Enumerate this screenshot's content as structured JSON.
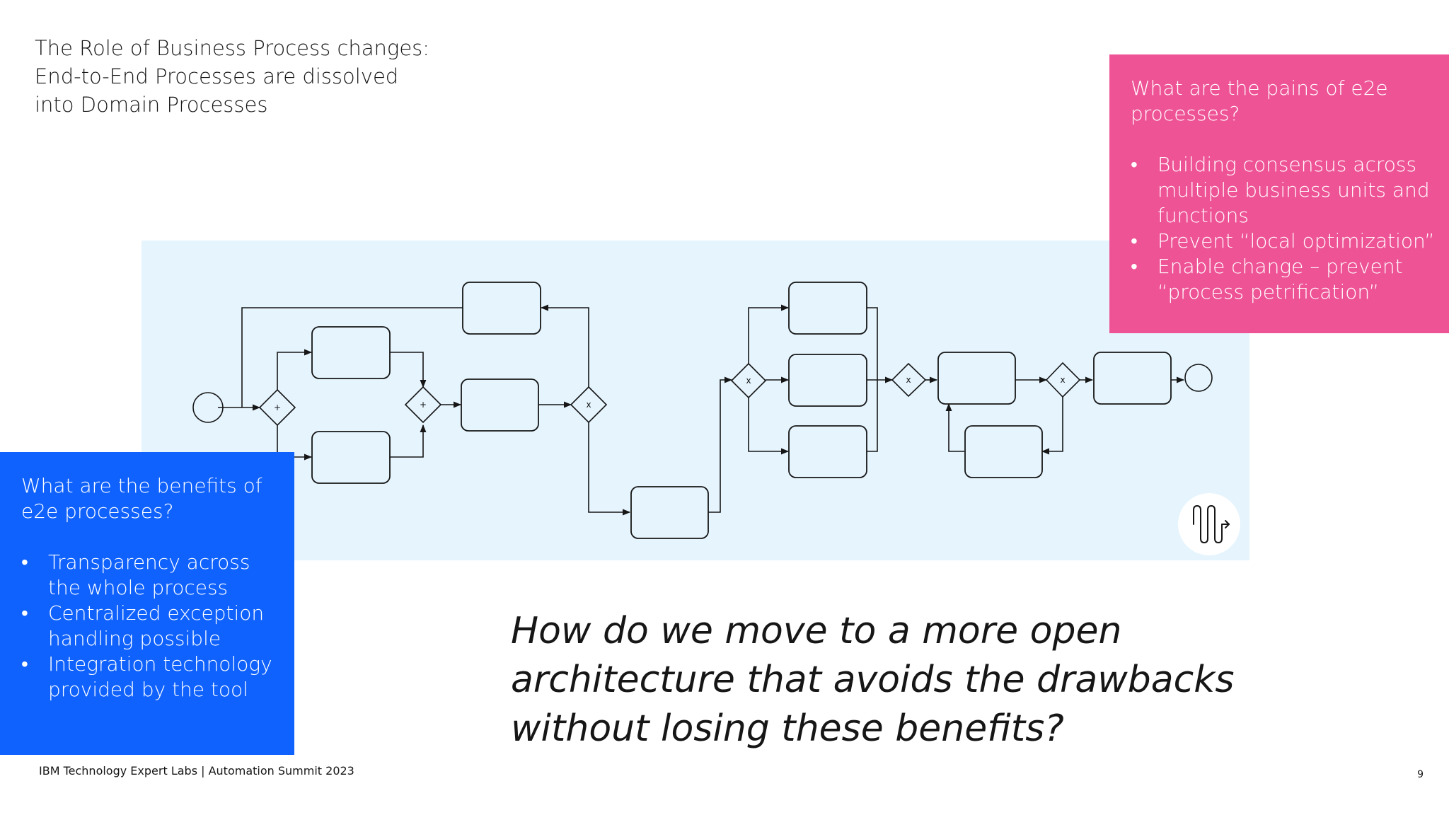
{
  "slide": {
    "title_lines": [
      "The Role of Business Process changes:",
      "End-to-End Processes are dissolved",
      "into Domain Processes"
    ],
    "page_number": "9",
    "footer": "IBM Technology Expert Labs | Automation Summit 2023"
  },
  "pains": {
    "heading": "What are the pains of e2e processes?",
    "items": [
      "Building consensus across multiple business units and functions",
      "Prevent “local optimization”",
      "Enable change – prevent “process petrification”"
    ],
    "color": "#ee5396"
  },
  "benefits": {
    "heading": "What are the benefits of e2e processes?",
    "items": [
      "Transparency across the whole process",
      "Centralized exception handling possible",
      "Integration technology provided by the tool"
    ],
    "color": "#0f62fe"
  },
  "question_lines": [
    "How do we move to a more open",
    "architecture that avoids the drawbacks",
    "without losing these benefits?"
  ],
  "diagram": {
    "background": "#e5f4fd",
    "gateway_labels": [
      "+",
      "+",
      "x",
      "x",
      "x",
      "x"
    ],
    "logo_icon": "process-flow-icon"
  }
}
